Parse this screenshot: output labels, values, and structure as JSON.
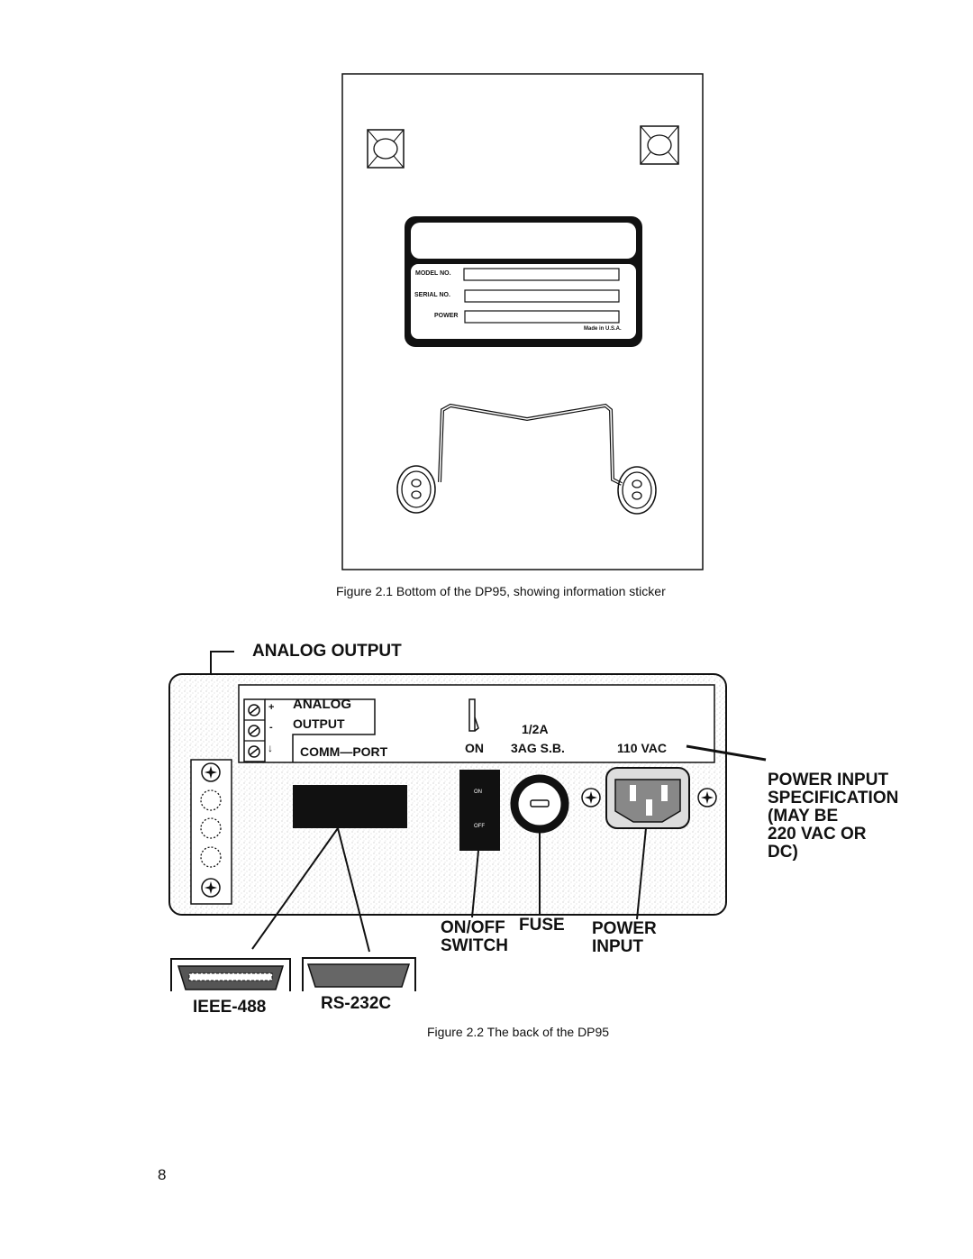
{
  "figure1": {
    "caption": "Figure 2.1  Bottom of the DP95, showing information sticker",
    "sticker": {
      "fields": [
        {
          "label": "MODEL NO."
        },
        {
          "label": "SERIAL NO."
        },
        {
          "label": "POWER"
        }
      ],
      "origin": "Made in U.S.A."
    }
  },
  "figure2": {
    "caption": "Figure 2.2  The back of the DP95",
    "callout_analog_output": "ANALOG OUTPUT",
    "panel": {
      "analog_label_line1": "ANALOG",
      "analog_label_line2": "OUTPUT",
      "terminal_signs": [
        "+",
        "-",
        "↓"
      ],
      "comm_port": "COMM—PORT",
      "switch_label": "ON",
      "fuse_rating_line1": "1/2A",
      "fuse_rating_line2": "3AG S.B.",
      "voltage": "110 VAC",
      "rocker_on": "ON",
      "rocker_off": "OFF"
    },
    "callouts": {
      "power_spec": [
        "POWER INPUT",
        "SPECIFICATION",
        "(MAY BE",
        "220 VAC OR",
        "DC)"
      ],
      "onoff_switch": [
        "ON/OFF",
        "SWITCH"
      ],
      "fuse": [
        "FUSE"
      ],
      "power_input": [
        "POWER",
        "INPUT"
      ],
      "ieee": "IEEE-488",
      "rs232": "RS-232C"
    }
  },
  "page_number": "8"
}
